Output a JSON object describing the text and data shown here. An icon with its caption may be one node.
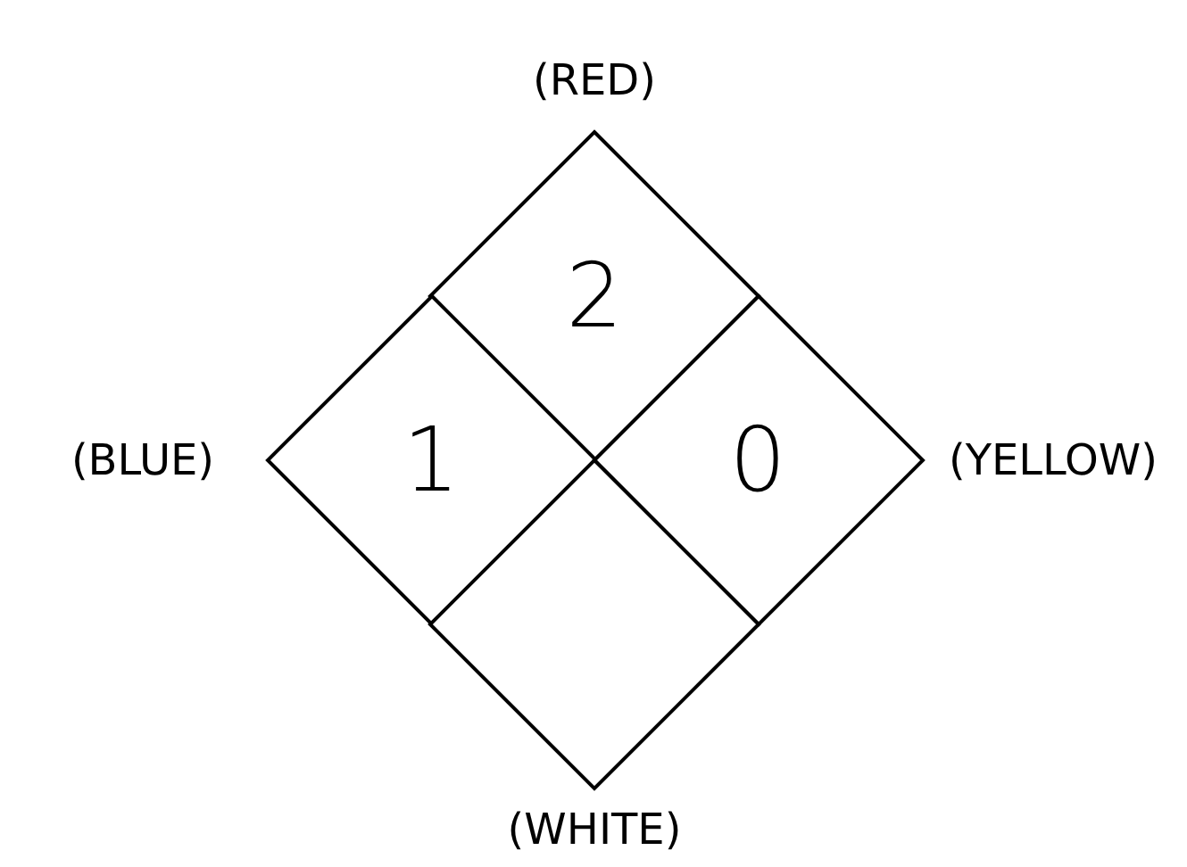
{
  "diagram": {
    "nodes": [
      {
        "text": [
          "2"
        ],
        "beside": [
          "(RED)"
        ]
      },
      {
        "text": [
          "1"
        ],
        "beside": [
          "(BLUE)"
        ]
      },
      {
        "text": [
          "0"
        ],
        "beside": [
          "(YELLOW)"
        ]
      },
      {
        "text": [],
        "shape": "diamond",
        "beside": [
          "(WHITE)"
        ]
      }
    ],
    "edges": []
  }
}
